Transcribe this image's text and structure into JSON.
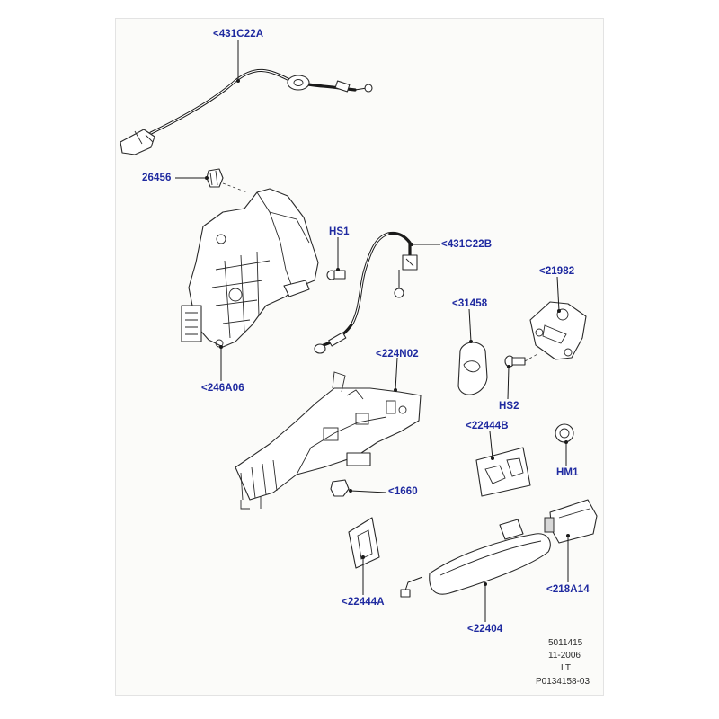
{
  "callouts": {
    "c431C22A": "<431C22A",
    "c26456": "26456",
    "cHS1": "HS1",
    "c431C22B": "<431C22B",
    "c21982": "<21982",
    "c31458": "<31458",
    "c246A06": "<246A06",
    "c224N02": "<224N02",
    "cHS2": "HS2",
    "c22444B": "<22444B",
    "cHM1": "HM1",
    "c1660": "<1660",
    "c22444A": "<22444A",
    "c218A14": "<218A14",
    "c22404": "<22404"
  },
  "footer": {
    "line1": "5011415",
    "line2": "11-2006",
    "line3": "LT",
    "line4": "P0134158-03"
  },
  "colors": {
    "callout": "#1f2aa0",
    "frame": "#fbfbf9",
    "line": "#1a1a1a"
  }
}
